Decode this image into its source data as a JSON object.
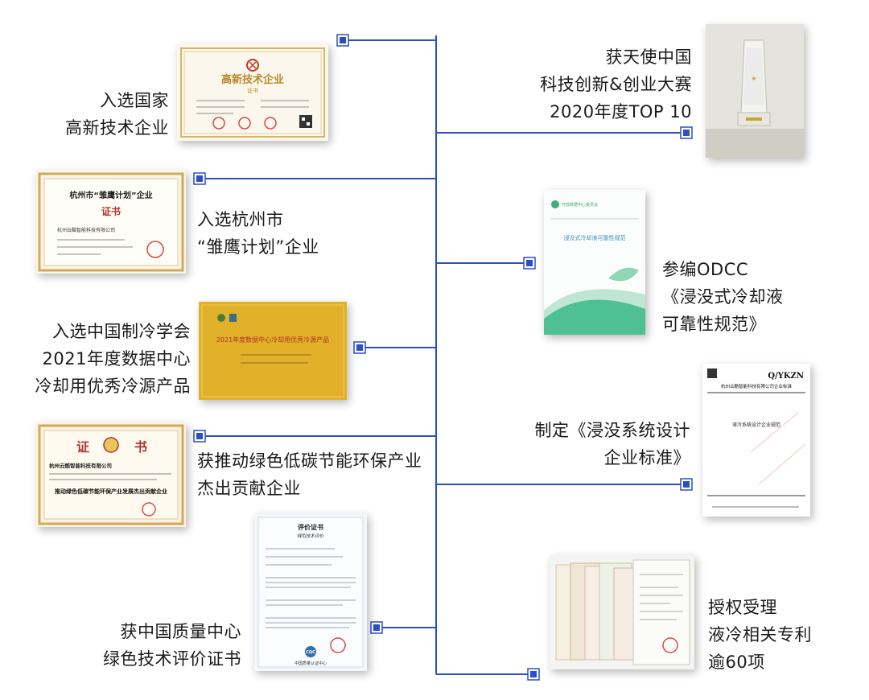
{
  "captions": {
    "c1": [
      "入选国家",
      "高新技术企业"
    ],
    "c2": [
      "获天使中国",
      "科技创新&创业大赛",
      "2020年度TOP 10"
    ],
    "c3": [
      "入选杭州市",
      "“雏鹰计划”企业"
    ],
    "c4": [
      "参编ODCC",
      "《浸没式冷却液",
      "可靠性规范》"
    ],
    "c5": [
      "入选中国制冷学会",
      "2021年度数据中心",
      "冷却用优秀冷源产品"
    ],
    "c6": [
      "制定《浸没系统设计",
      "企业标准》"
    ],
    "c7": [
      "获推动绿色低碳节能环保产业",
      "杰出贡献企业"
    ],
    "c8": [
      "获中国质量中心",
      "绿色技术评价证书"
    ],
    "c9": [
      "授权受理",
      "液冷相关专利",
      "逾60项"
    ]
  },
  "certificates": {
    "hitech": {
      "title": "高新技术企业",
      "sub": "证书"
    },
    "eagle": {
      "title": "杭州市“雏鹰计划”企业",
      "sub": "证书",
      "company": "杭州云酷智能科技有限公司"
    },
    "gold": {
      "title": "2021年度数据中心冷却用优秀冷源产品"
    },
    "green": {
      "title_left": "证",
      "title_right": "书",
      "company": "杭州云酷智能科技有限公司",
      "award": "推动绿色低碳节能环保产业发展杰出贡献企业"
    },
    "eval": {
      "title": "评价证书",
      "sub": "绿色技术评价",
      "mark": "CQC",
      "org": "中国质量认证中心"
    },
    "odcc": {
      "header": "开放数据中心委员会",
      "title": "浸没式冷却液可靠性规范"
    },
    "std": {
      "code": "Q/YKZN",
      "company": "杭州云酷智能科技有限公司企业标准",
      "title": "液冷系统设计企业规范"
    }
  },
  "colors": {
    "line": "#2b4fc7",
    "node": "#2b4fc7",
    "gold": "#e0b429"
  }
}
